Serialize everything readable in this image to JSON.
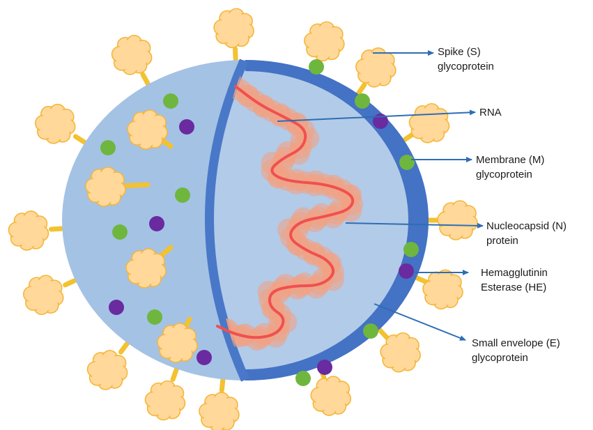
{
  "diagram": {
    "labels": {
      "spike": [
        "Spike (S)",
        "glycoprotein"
      ],
      "rna": [
        "RNA"
      ],
      "membrane": [
        "Membrane (M)",
        "glycoprotein"
      ],
      "nucleocapsid": [
        "Nucleocapsid (N)",
        "protein"
      ],
      "hemagglutinin": [
        "Hemagglutinin",
        "Esterase (HE)"
      ],
      "envelope": [
        "Small envelope (E)",
        "glycoprotein"
      ]
    },
    "colors": {
      "virion_fill": "#a4c2e4",
      "envelope_band": "#4472c4",
      "spike_head": "#ffd89a",
      "spike_outline": "#f5b63a",
      "spike_stalk": "#f2c230",
      "m_protein": "#6fb63f",
      "he_protein": "#6a2aa0",
      "rna_strand": "#f05050",
      "nucleocapsid": "#f4a080",
      "arrow": "#2e6db4"
    }
  }
}
